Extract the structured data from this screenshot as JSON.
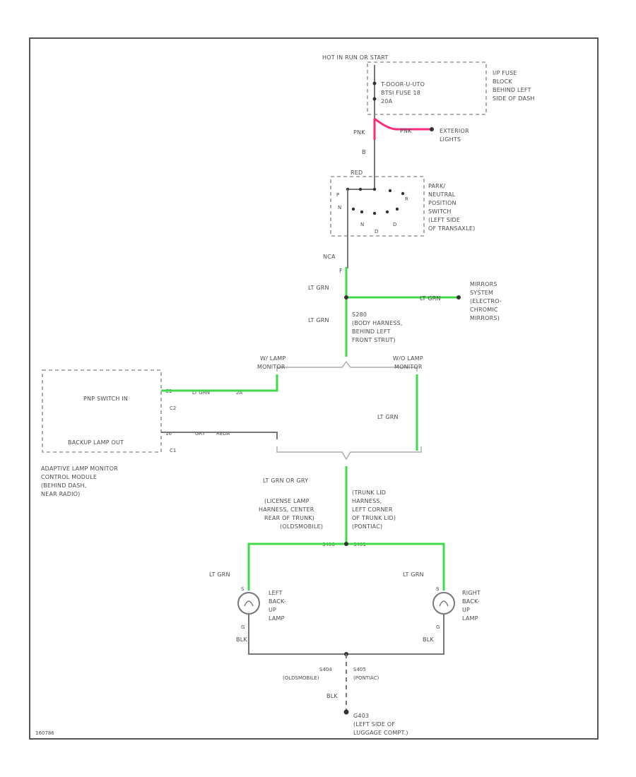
{
  "colors": {
    "lt_grn_wire": "#3fd94a",
    "pink_wire": "#ff2a7a",
    "frame": "#555555",
    "text": "#4a4a4a"
  },
  "header": {
    "power_source": "HOT IN RUN OR START"
  },
  "fuse_block": {
    "label_lines": [
      "I/P FUSE",
      "BLOCK",
      "BEHIND LEFT",
      "SIDE OF DASH"
    ],
    "fuse_lines": [
      "T-DOOR-U-UTO",
      "BTSI FUSE 18",
      "20A"
    ]
  },
  "pink_section": {
    "wire_left": "PNK",
    "wire_right": "PNK",
    "pin": "B",
    "exterior_lines": [
      "EXTERIOR",
      "LIGHTS"
    ]
  },
  "pnp_switch": {
    "wire_in": "RED",
    "label_lines": [
      "PARK/",
      "NEUTRAL",
      "POSITION",
      "SWITCH",
      "(LEFT SIDE",
      "OF TRANSAXLE)"
    ],
    "pins_top": [
      "P",
      "R",
      "N"
    ],
    "pins_bottom": [
      "N",
      "D",
      "D"
    ],
    "wire_out": "NCA"
  },
  "upper_green": {
    "pin": "F",
    "wire1": "LT GRN",
    "wire_branch": "LT GRN",
    "mirrors_lines": [
      "MIRRORS",
      "SYSTEM",
      "(ELECTRO-",
      "CHROMIC",
      "MIRRORS)"
    ],
    "wire2": "LT GRN",
    "splice_lines": [
      "S280",
      "(BODY HARNESS,",
      "BEHIND LEFT",
      "FRONT STRUT)"
    ]
  },
  "lamp_monitor": {
    "left_lines": [
      "W/ LAMP",
      "MONITOR"
    ],
    "right_lines": [
      "W/O LAMP",
      "MONITOR"
    ],
    "right_wire": "LT GRN",
    "module_rows": [
      {
        "text": "PNP SWITCH IN",
        "pin_a": "C1",
        "wire": "LT GRN",
        "pin_b": "2A"
      },
      {
        "text": "",
        "pin_a": "C2",
        "wire": "",
        "pin_b": ""
      },
      {
        "text": "BACKUP LAMP OUT",
        "pin_a": "16",
        "wire": "GRY",
        "pin_b": "REDA"
      },
      {
        "text": "",
        "pin_a": "C1",
        "wire": "",
        "pin_b": ""
      }
    ],
    "module_lines": [
      "ADAPTIVE LAMP MONITOR",
      "CONTROL MODULE",
      "(BEHIND DASH,",
      "NEAR RADIO)"
    ]
  },
  "lower_section": {
    "wire_combined": "LT GRN OR GRY",
    "left_harness_lines": [
      "(LICENSE LAMP",
      "HARNESS, CENTER",
      "REAR OF TRUNK)",
      "(OLDSMOBILE)"
    ],
    "right_harness_lines": [
      "(TRUNK LID",
      "HARNESS,",
      "LEFT CORNER",
      "OF TRUNK LID)",
      "(PONTIAC)"
    ],
    "splice_left": "S400",
    "splice_right": "S401"
  },
  "lamps": {
    "left": {
      "wire": "LT GRN",
      "pin_top": "S",
      "pin_bottom": "G",
      "ground": "BLK",
      "lines": [
        "LEFT",
        "BACK-",
        "UP",
        "LAMP"
      ]
    },
    "right": {
      "wire": "LT GRN",
      "pin_top": "S",
      "pin_bottom": "G",
      "ground": "BLK",
      "lines": [
        "RIGHT",
        "BACK-",
        "UP",
        "LAMP"
      ]
    }
  },
  "ground_section": {
    "splice_left_lines": [
      "S404",
      "(OLDSMOBILE)"
    ],
    "splice_right_lines": [
      "S405",
      "(PONTIAC)"
    ],
    "wire": "BLK",
    "ground_lines": [
      "G403",
      "(LEFT SIDE OF",
      "LUGGAGE COMPT.)"
    ]
  },
  "footer": {
    "code": "160786"
  }
}
